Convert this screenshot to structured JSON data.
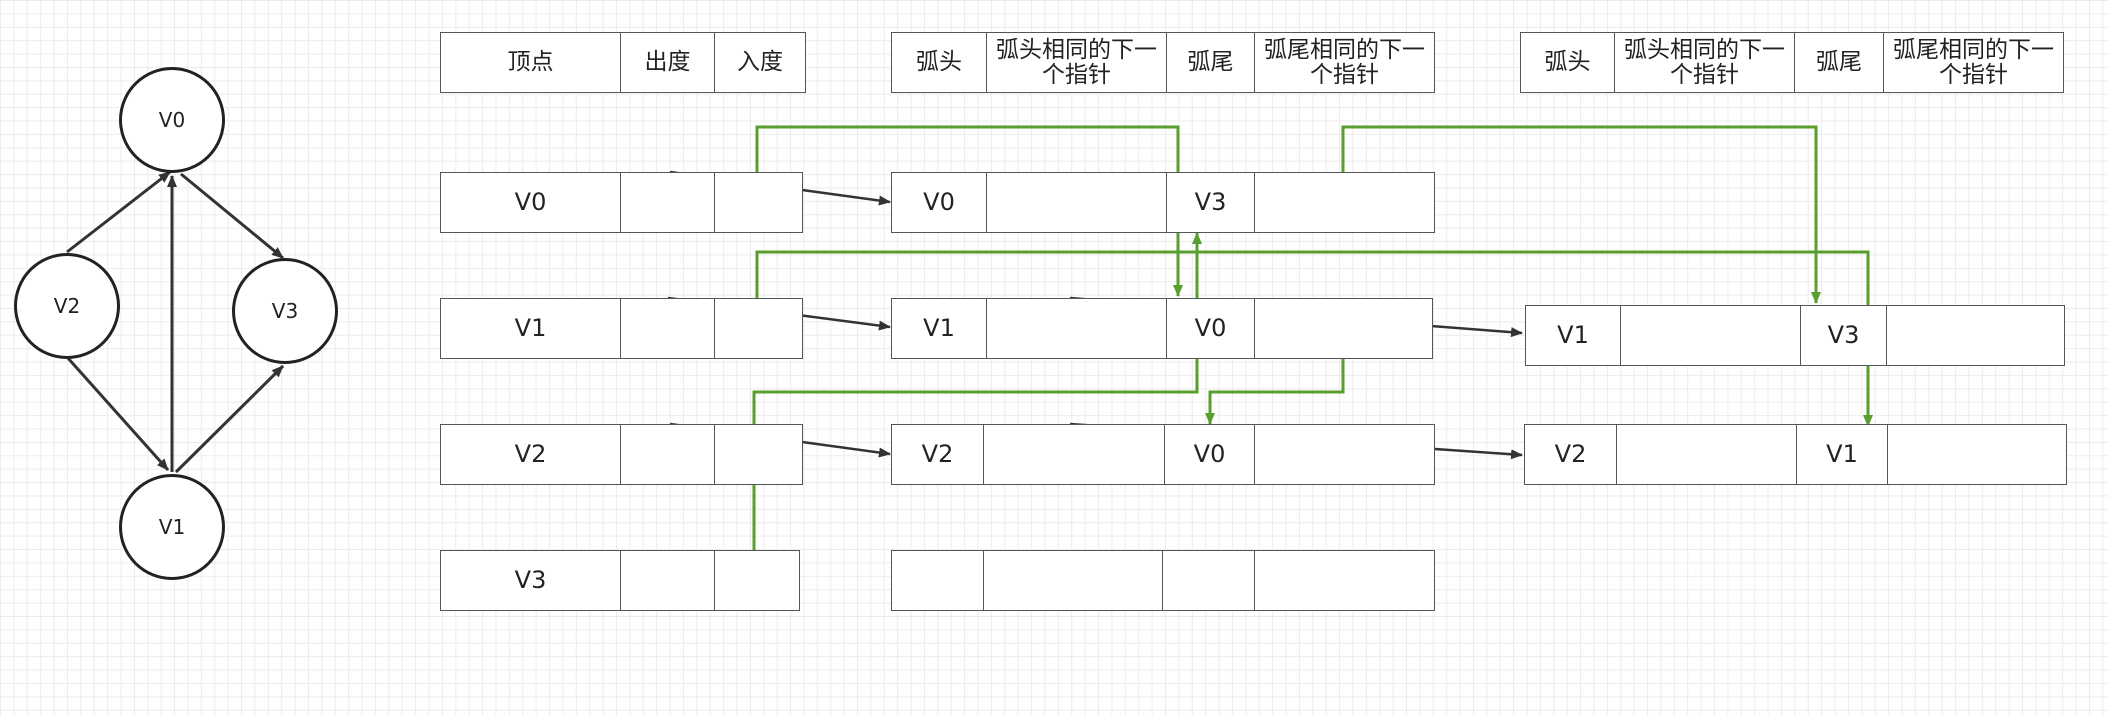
{
  "graph": {
    "nodes": [
      {
        "label": "V0"
      },
      {
        "label": "V1"
      },
      {
        "label": "V2"
      },
      {
        "label": "V3"
      }
    ]
  },
  "vertex_table": {
    "headers": [
      "顶点",
      "出度",
      "入度"
    ],
    "rows": [
      "V0",
      "V1",
      "V2",
      "V3"
    ]
  },
  "arc_table_1": {
    "headers": [
      "弧头",
      "弧头相同的下一个指针",
      "弧尾",
      "弧尾相同的下一个指针"
    ],
    "rows": [
      {
        "head": "V0",
        "tail": "V3"
      },
      {
        "head": "V1",
        "tail": "V0"
      },
      {
        "head": "V2",
        "tail": "V0"
      },
      {
        "head": "",
        "tail": ""
      }
    ]
  },
  "arc_table_2": {
    "headers": [
      "弧头",
      "弧头相同的下一个指针",
      "弧尾",
      "弧尾相同的下一个指针"
    ],
    "rows": [
      {
        "head": "V1",
        "tail": "V3"
      },
      {
        "head": "V2",
        "tail": "V1"
      }
    ]
  },
  "colors": {
    "stroke": "#333333",
    "green_link": "#5a9e2f",
    "grid": "#ececec"
  }
}
